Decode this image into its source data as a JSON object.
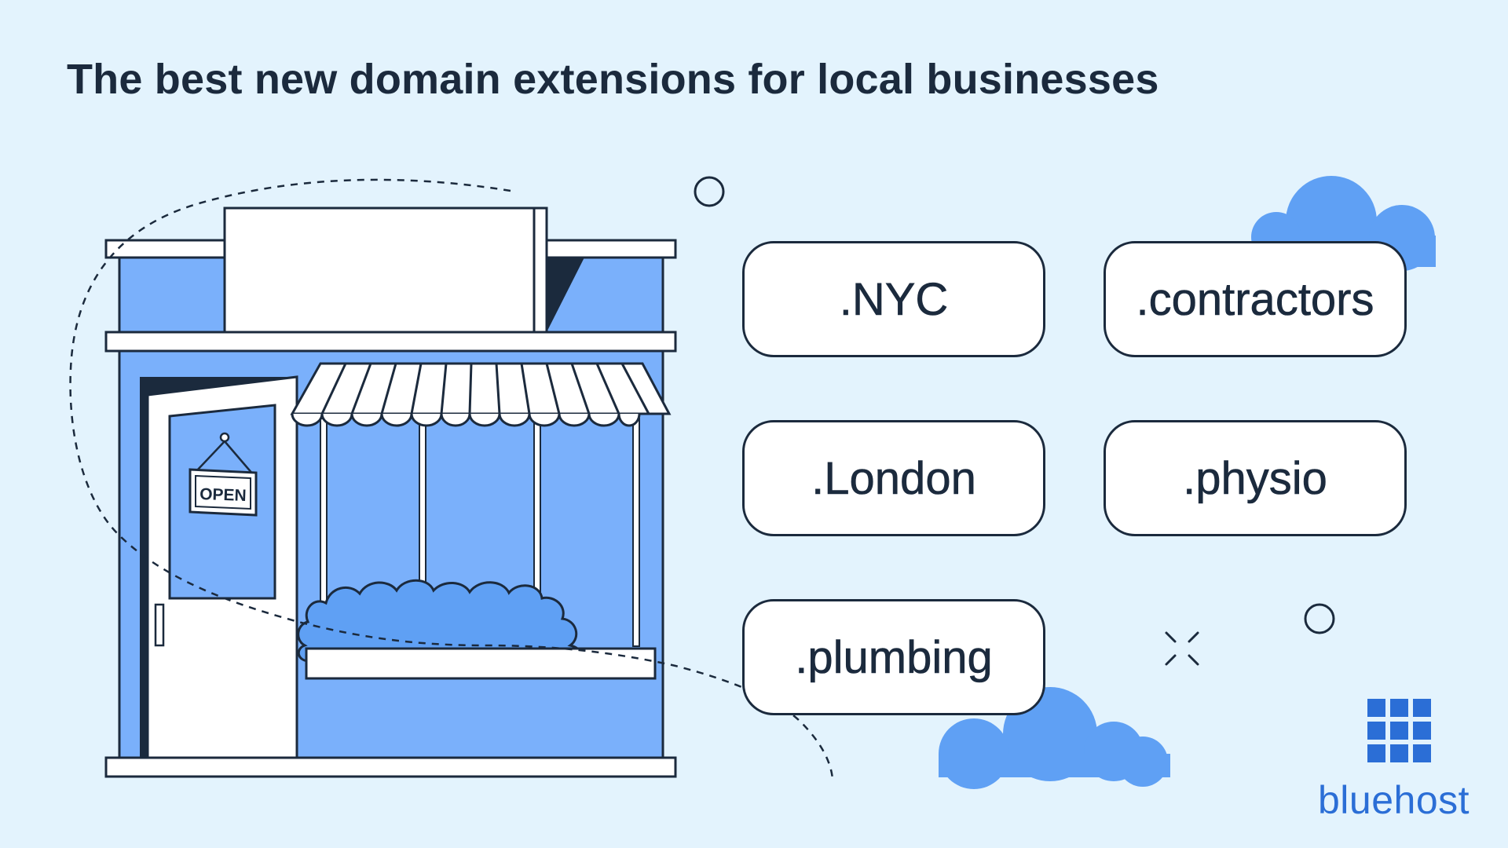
{
  "title": "The best new domain extensions for local businesses",
  "storefront": {
    "door_sign": "OPEN"
  },
  "domain_extensions": [
    ".NYC",
    ".contractors",
    ".London",
    ".physio",
    ".plumbing"
  ],
  "brand": {
    "name": "bluehost",
    "logo_icon": "grid-logo-icon"
  },
  "colors": {
    "background": "#e3f3fd",
    "ink": "#1b2a3d",
    "store_blue": "#7ab0fb",
    "cloud_blue": "#5fa0f4",
    "brand_blue": "#2b6ed6"
  }
}
